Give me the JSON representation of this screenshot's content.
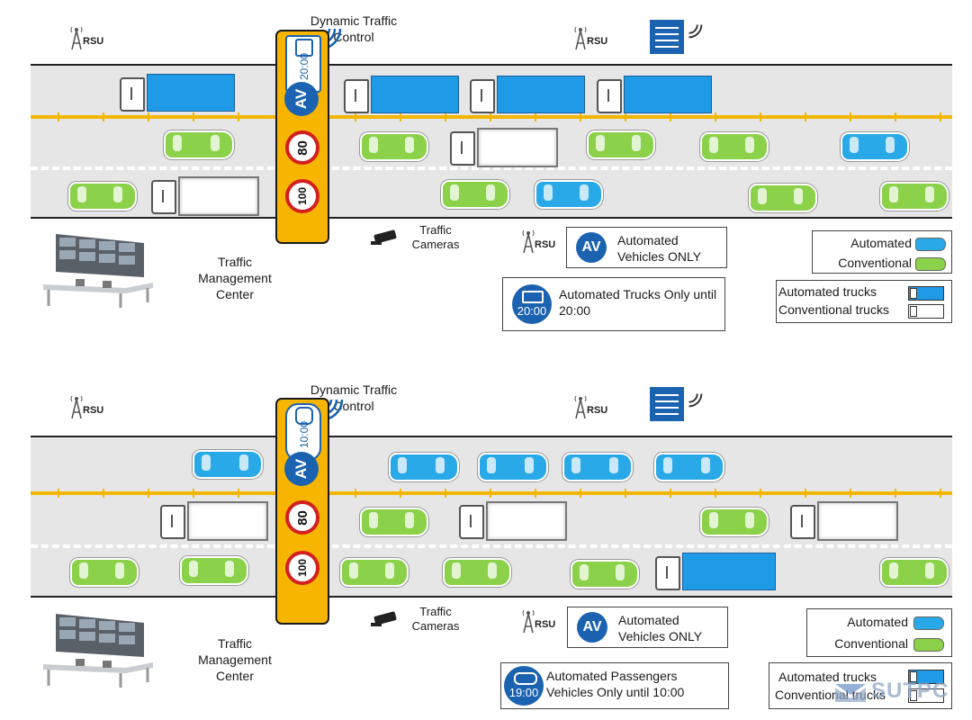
{
  "panels": [
    {
      "dtc_label": "Dynamic Traffic Control",
      "gantry": {
        "time": "20:00",
        "av": "AV",
        "speeds": [
          "80",
          "100"
        ]
      },
      "rsu_label": "RSU",
      "cameras_label": "Traffic Cameras",
      "tmc_label": "Traffic Management Center",
      "legend_av": {
        "badge": "AV",
        "text": "Automated Vehicles ONLY"
      },
      "legend_time": {
        "badge": "20:00",
        "text": "Automated Trucks Only until 20:00"
      },
      "legend_cars": {
        "automated": "Automated",
        "conventional": "Conventional"
      },
      "legend_trucks": {
        "automated": "Automated trucks",
        "conventional": "Conventional trucks"
      }
    },
    {
      "dtc_label": "Dynamic Traffic Control",
      "gantry": {
        "time": "10:00",
        "av": "AV",
        "speeds": [
          "80",
          "100"
        ]
      },
      "rsu_label": "RSU",
      "cameras_label": "Traffic Cameras",
      "tmc_label": "Traffic Management Center",
      "legend_av": {
        "badge": "AV",
        "text": "Automated Vehicles ONLY"
      },
      "legend_time": {
        "badge": "19:00",
        "text": "Automated Passengers Vehicles Only until 10:00"
      },
      "legend_cars": {
        "automated": "Automated",
        "conventional": "Conventional"
      },
      "legend_trucks": {
        "automated": "Automated trucks",
        "conventional": "Conventional trucks"
      }
    }
  ],
  "colors": {
    "automated": "#29a9e8",
    "conventional": "#8bd24a",
    "gantry": "#f8b500",
    "av_sign": "#1b63b0",
    "speed_ring": "#d21f1f"
  },
  "watermark": "SUTPC"
}
